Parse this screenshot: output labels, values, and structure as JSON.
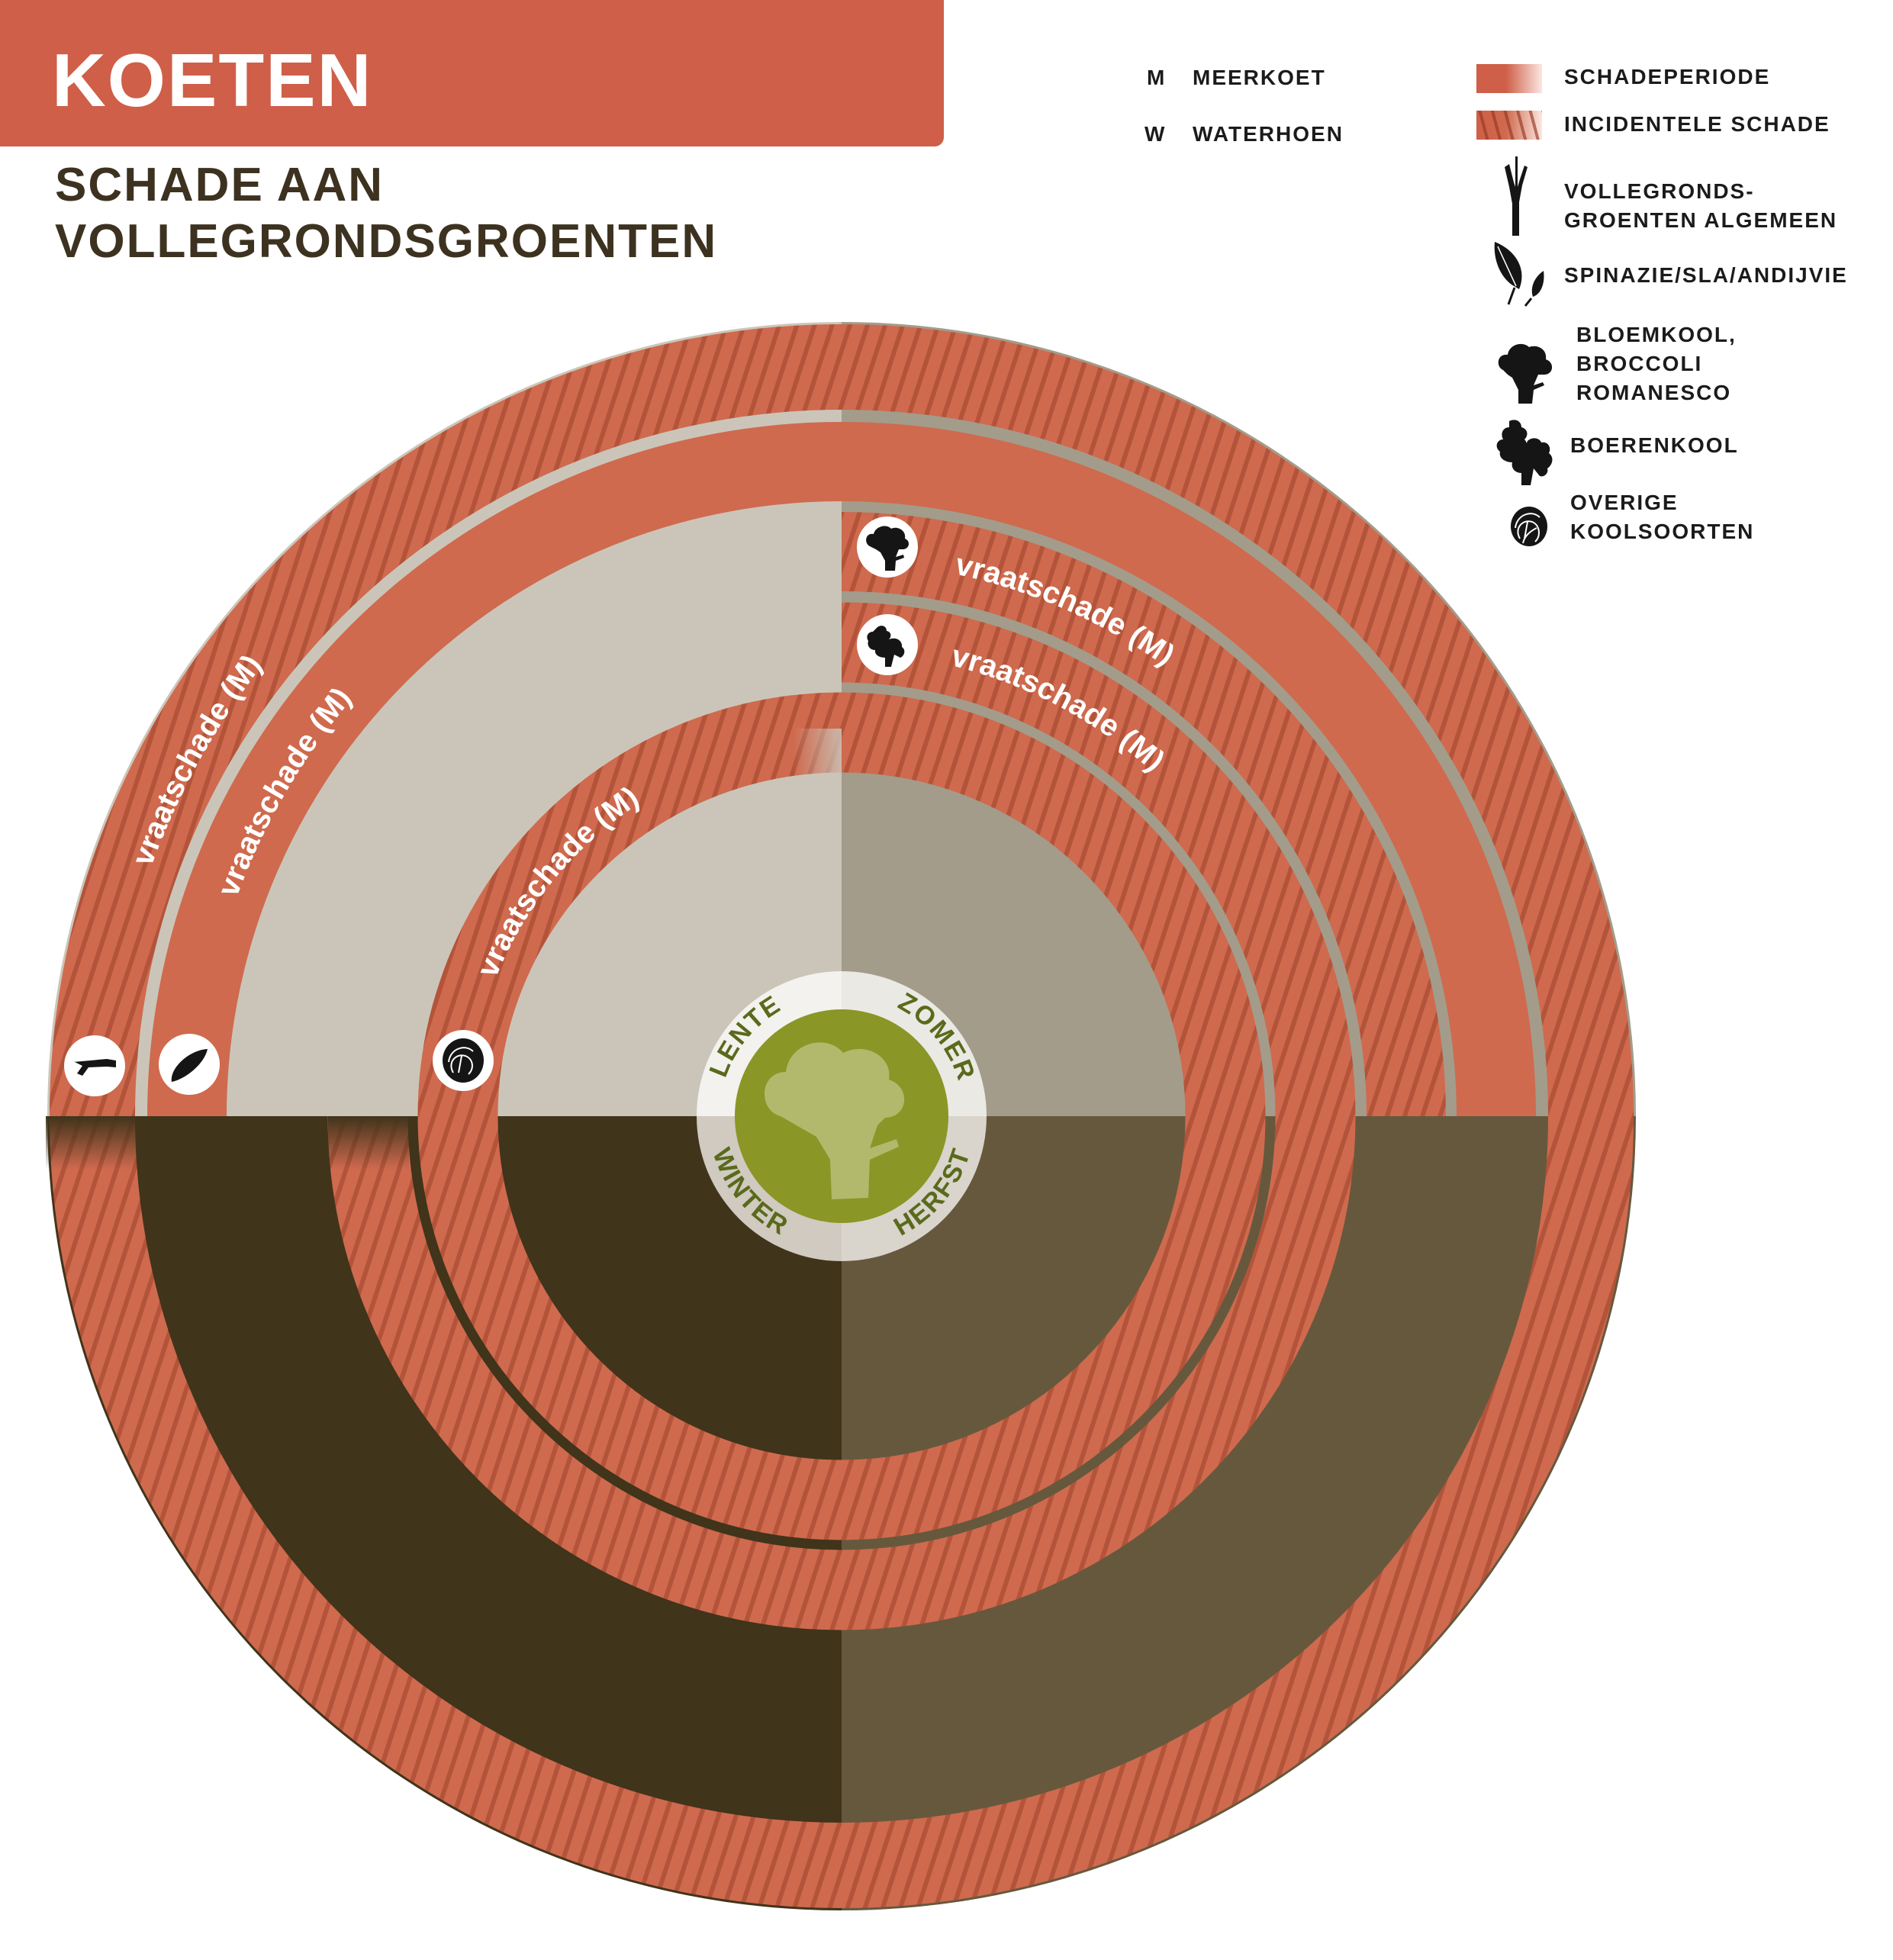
{
  "header": {
    "title": "KOETEN",
    "subtitle_line1": "SCHADE AAN",
    "subtitle_line2": "VOLLEGRONDSGROENTEN"
  },
  "legend": {
    "species": [
      {
        "abbr": "M",
        "label": "MEERKOET"
      },
      {
        "abbr": "W",
        "label": "WATERHOEN"
      }
    ],
    "damage_types": [
      {
        "label": "SCHADEPERIODE",
        "style": "solid",
        "color": "#cf5f48"
      },
      {
        "label": "INCIDENTELE SCHADE",
        "style": "hatched",
        "color": "#cf6a4e"
      }
    ],
    "crops": [
      {
        "icon": "leek-icon",
        "line1": "VOLLEGRONDS-",
        "line2": "GROENTEN ALGEMEEN"
      },
      {
        "icon": "leaf-icon",
        "line1": "SPINAZIE/SLA/ANDIJVIE"
      },
      {
        "icon": "broccoli-icon",
        "line1": "BLOEMKOOL,",
        "line2": "BROCCOLI",
        "line3": "ROMANESCO"
      },
      {
        "icon": "kale-icon",
        "line1": "BOERENKOOL"
      },
      {
        "icon": "cabbage-icon",
        "line1": "OVERIGE",
        "line2": "KOOLSOORTEN"
      }
    ]
  },
  "seasons": {
    "lente": "LENTE",
    "zomer": "ZOMER",
    "herfst": "HERFST",
    "winter": "WINTER"
  },
  "colors": {
    "accent": "#cf5f48",
    "hatch_base": "#cf6a4e",
    "hatch_line": "#b04e36",
    "lente": "#cbc5b9",
    "zomer": "#a39c8b",
    "herfst": "#66583d",
    "winter": "#40341b",
    "center_green": "#8a9626",
    "center_light": "#b2b96c",
    "season_text": "#5a6a1c",
    "title_text": "#3d3220"
  },
  "chart_data": {
    "type": "radial-seasonal",
    "title": "KOETEN – SCHADE AAN VOLLEGRONDSGROENTEN",
    "quadrants": [
      "LENTE",
      "ZOMER",
      "HERFST",
      "WINTER"
    ],
    "rings": [
      {
        "crop": "Vollegrondsgroenten algemeen",
        "icon": "leek-icon",
        "label": "vraatschade (M)",
        "damage": "incidentele schade",
        "seasons": [
          "LENTE",
          "ZOMER",
          "HERFST",
          "WINTER"
        ]
      },
      {
        "crop": "Spinazie/sla/andijvie",
        "icon": "leaf-icon",
        "label": "vraatschade (M)",
        "damage": "schadeperiode",
        "seasons": [
          "LENTE",
          "ZOMER"
        ]
      },
      {
        "crop": "Bloemkool, broccoli, romanesco",
        "icon": "broccoli-icon",
        "label": "vraatschade (M)",
        "damage": "incidentele schade",
        "seasons": [
          "ZOMER"
        ]
      },
      {
        "crop": "Boerenkool",
        "icon": "kale-icon",
        "label": "vraatschade (M)",
        "damage": "incidentele schade",
        "seasons": [
          "ZOMER",
          "HERFST",
          "WINTER"
        ]
      },
      {
        "crop": "Overige koolsoorten",
        "icon": "cabbage-icon",
        "label": "vraatschade (M)",
        "damage": "incidentele schade",
        "seasons": [
          "LENTE",
          "ZOMER",
          "HERFST",
          "WINTER"
        ]
      }
    ]
  },
  "ring_labels": {
    "leek": "vraatschade (M)",
    "leaf": "vraatschade (M)",
    "broccoli": "vraatschade (M)",
    "kale": "vraatschade (M)",
    "cabbage": "vraatschade (M)"
  }
}
